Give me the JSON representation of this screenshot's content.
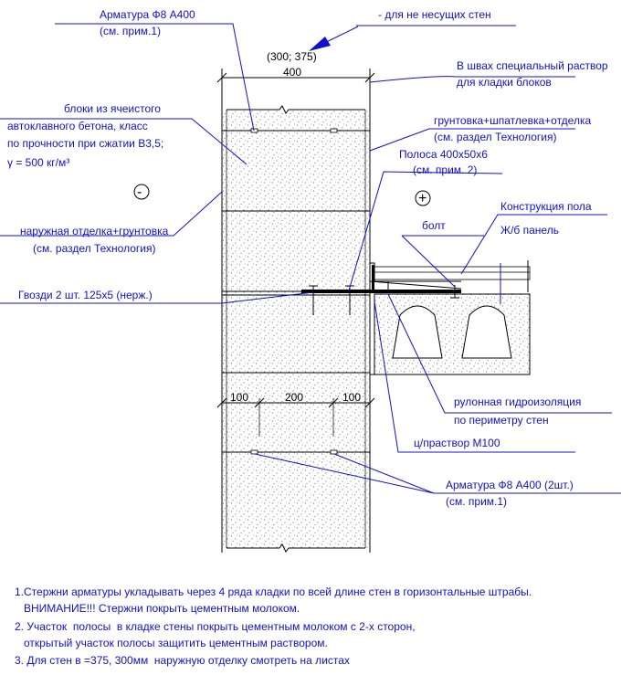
{
  "labels": {
    "rebar_top_1": "Арматура Ф8 А400",
    "rebar_top_2": "(см. прим.1)",
    "nonbearing": "- для не несущих стен",
    "thickness_alt": "(300; 375)",
    "dim_400": "400",
    "mortar_1": "В швах специальный раствор",
    "mortar_2": "для кладки блоков",
    "blocks_1": "блоки из ячеистого",
    "blocks_2": "автоклавного бетона, класс",
    "blocks_3": "по прочности при сжатии B3,5;",
    "blocks_4": "γ = 500 кг/м³",
    "primer_1": "грунтовка+шпатлевка+отделка",
    "primer_2": "(см. раздел Технология)",
    "strip_1": "Полоса 400х50х6",
    "strip_2": "(см. прим. 2)",
    "minus": "-",
    "plus": "+",
    "floor": "Конструкция пола",
    "bolt": "болт",
    "panel": "Ж/б панель",
    "outer_1": "наружная отделка+грунтовка",
    "outer_2": "(см. раздел Технология)",
    "nails": "Гвозди 2 шт. 125х5 (нерж.)",
    "dim_100a": "100",
    "dim_200": "200",
    "dim_100b": "100",
    "waterproof_1": "рулонная гидроизоляция",
    "waterproof_2": "по периметру стен",
    "plaster": "ц/пpаствор М100",
    "rebar_bot_1": "Арматура Ф8 А400 (2шт.)",
    "rebar_bot_2": "(см. прим.1)"
  },
  "notes": [
    "1.Стержни арматуры укладывать через 4 ряда кладки по всей длине стен в горизонтальные штрабы.",
    "   ВНИМАНИЕ!!! Стержни покрыть цементным молоком.",
    "2. Участок  полосы  в кладке стены покрыть цементным молоком с 2-х сторон,",
    "   открытый участок полосы защитить цементным раствором.",
    "3. Для стен в =375, 300мм  наружную отделку смотреть на листах"
  ],
  "colors": {
    "label": "#1010cc",
    "line": "#000000"
  }
}
